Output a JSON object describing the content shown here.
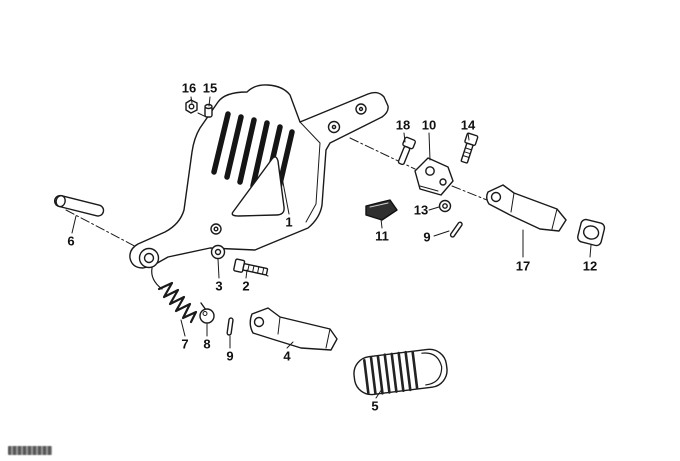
{
  "diagram": {
    "kind": "exploded-parts-drawing",
    "subject": "footrest plate and footpeg assembly",
    "background_color": "#ffffff",
    "line_color": "#1a1a1a",
    "callouts": [
      {
        "number": "1",
        "part": "footrest-plate"
      },
      {
        "number": "2",
        "part": "hex-bolt"
      },
      {
        "number": "3",
        "part": "washer"
      },
      {
        "number": "4",
        "part": "front-footpeg"
      },
      {
        "number": "5",
        "part": "rubber-footpeg-pad"
      },
      {
        "number": "6",
        "part": "pivot-pin"
      },
      {
        "number": "7",
        "part": "spring"
      },
      {
        "number": "8",
        "part": "ball-plunger"
      },
      {
        "number": "9",
        "part": "cotter-pin-left"
      },
      {
        "number": "9",
        "part": "cotter-pin-right"
      },
      {
        "number": "10",
        "part": "footpeg-bracket"
      },
      {
        "number": "11",
        "part": "stop-wedge"
      },
      {
        "number": "12",
        "part": "end-cap"
      },
      {
        "number": "13",
        "part": "nut"
      },
      {
        "number": "14",
        "part": "hex-bolt-upper"
      },
      {
        "number": "15",
        "part": "sleeve"
      },
      {
        "number": "16",
        "part": "nut-top"
      },
      {
        "number": "17",
        "part": "rear-footpeg"
      },
      {
        "number": "18",
        "part": "shoulder-bolt"
      }
    ]
  },
  "labels": {
    "n1": "1",
    "n2": "2",
    "n3": "3",
    "n4": "4",
    "n5": "5",
    "n6": "6",
    "n7": "7",
    "n8": "8",
    "n9a": "9",
    "n9b": "9",
    "n10": "10",
    "n11": "11",
    "n12": "12",
    "n13": "13",
    "n14": "14",
    "n15": "15",
    "n16": "16",
    "n17": "17",
    "n18": "18"
  },
  "watermark": {
    "present": true
  }
}
